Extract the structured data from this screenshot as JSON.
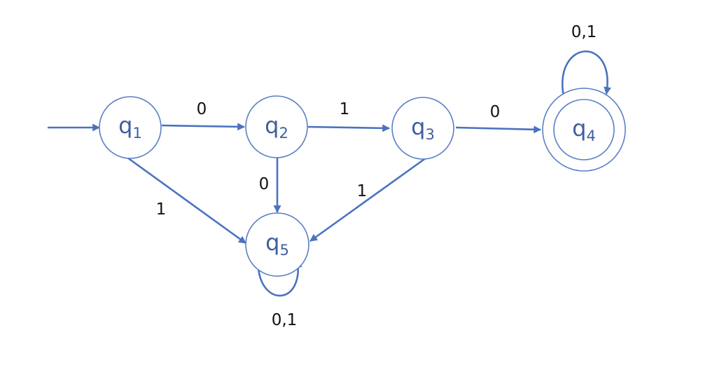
{
  "colors": {
    "edge": "#4a72c0",
    "state_outline": "#5b7fc4",
    "state_text": "#3f5f9f",
    "label_text": "#111111"
  },
  "states": {
    "q1": {
      "letter": "q",
      "index": "1",
      "initial": true,
      "accepting": false
    },
    "q2": {
      "letter": "q",
      "index": "2",
      "initial": false,
      "accepting": false
    },
    "q3": {
      "letter": "q",
      "index": "3",
      "initial": false,
      "accepting": false
    },
    "q4": {
      "letter": "q",
      "index": "4",
      "initial": false,
      "accepting": true
    },
    "q5": {
      "letter": "q",
      "index": "5",
      "initial": false,
      "accepting": false
    }
  },
  "transitions": {
    "q1_q2": {
      "from": "q1",
      "to": "q2",
      "label": "0"
    },
    "q2_q3": {
      "from": "q2",
      "to": "q3",
      "label": "1"
    },
    "q3_q4": {
      "from": "q3",
      "to": "q4",
      "label": "0"
    },
    "q1_q5": {
      "from": "q1",
      "to": "q5",
      "label": "1"
    },
    "q2_q5": {
      "from": "q2",
      "to": "q5",
      "label": "0"
    },
    "q3_q5": {
      "from": "q3",
      "to": "q5",
      "label": "1"
    },
    "q4_q4": {
      "from": "q4",
      "to": "q4",
      "label": "0,1"
    },
    "q5_q5": {
      "from": "q5",
      "to": "q5",
      "label": "0,1"
    }
  }
}
